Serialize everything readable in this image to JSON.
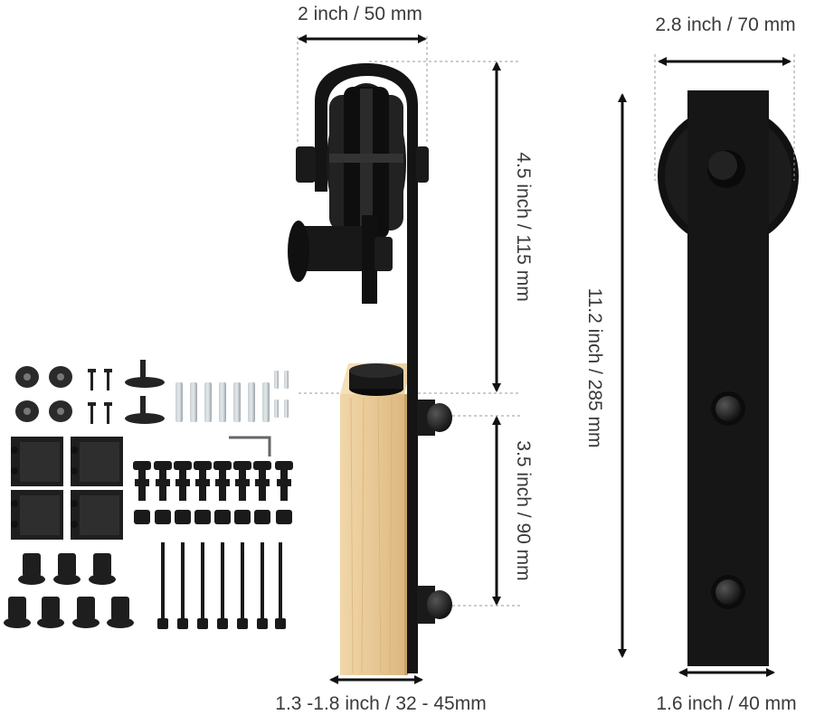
{
  "dimensions": {
    "width_top": "2 inch / 50 mm",
    "strap_width_top": "2.8 inch / 70 mm",
    "hanger_height": "4.5 inch / 115 mm",
    "total_height": "11.2 inch / 285 mm",
    "bolt_spacing": "3.5 inch / 90 mm",
    "door_thickness": "1.3 -1.8 inch / 32 - 45mm",
    "strap_width_bottom": "1.6 inch / 40 mm"
  },
  "colors": {
    "metal": "#141414",
    "wood": "#e7c797",
    "wood_dark": "#d6ae79",
    "dimension_line": "#111111",
    "guide_line": "#9a9a9a",
    "text": "#3a3a3a",
    "anchor": "#bcc3c8"
  }
}
